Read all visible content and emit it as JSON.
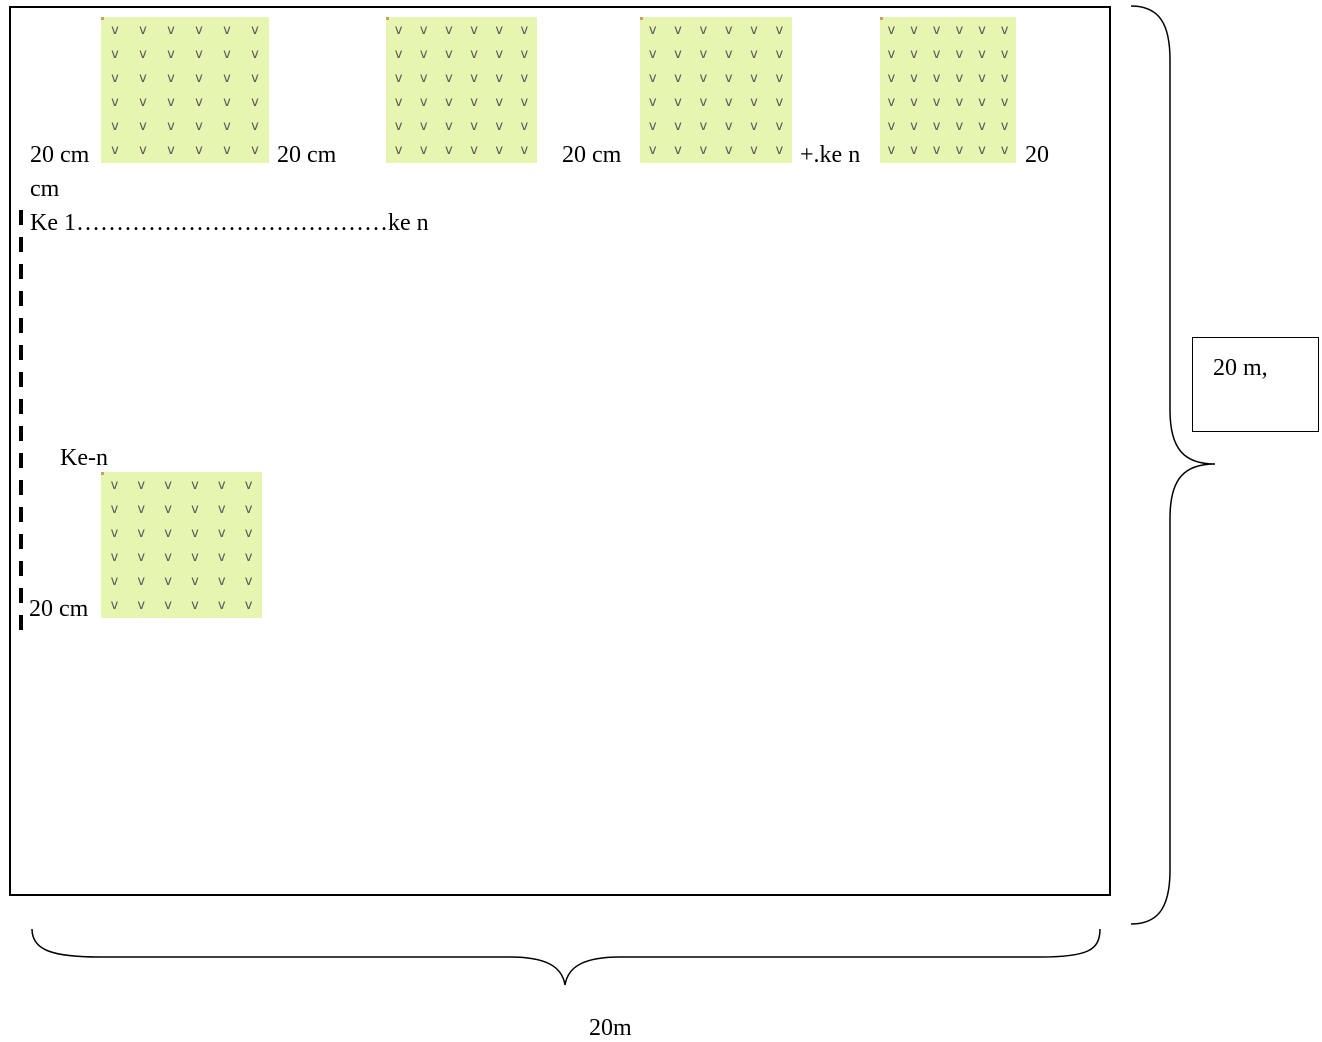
{
  "labels": {
    "spacing_left_1": "20 cm",
    "spacing_right_1": "20 cm",
    "spacing_mid_3": "20 cm",
    "plus_ke_n": "+.ke n",
    "spacing_end_a": "20",
    "spacing_end_b": "cm",
    "row_range": "Ke 1…………………………………ke n",
    "ke_n_vertical": "Ke-n",
    "spacing_col": "20 cm"
  },
  "plot_symbol": "v",
  "plot_color": "#e6f5b0",
  "border_color": "#000000",
  "dimensions": {
    "width_label": "20m",
    "height_label": "20 m,"
  }
}
